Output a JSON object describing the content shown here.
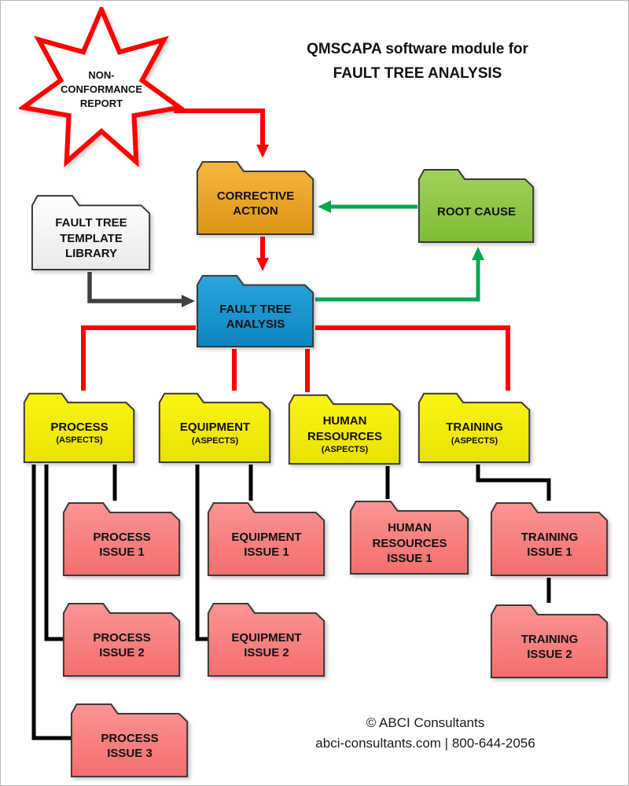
{
  "title": {
    "line1": "QMSCAPA software module for",
    "line2": "FAULT TREE ANALYSIS"
  },
  "star": {
    "label": "NON-\nCONFORMANCE\nREPORT"
  },
  "nodes": {
    "corrective_action": {
      "label": "CORRECTIVE\nACTION",
      "palette": "orange"
    },
    "root_cause": {
      "label": "ROOT CAUSE",
      "palette": "green"
    },
    "template_library": {
      "label": "FAULT TREE\nTEMPLATE\nLIBRARY",
      "palette": "white"
    },
    "fault_tree_analysis": {
      "label": "FAULT TREE\nANALYSIS",
      "palette": "blue"
    },
    "process": {
      "label": "PROCESS",
      "sublabel": "(ASPECTS)",
      "palette": "yellow"
    },
    "equipment": {
      "label": "EQUIPMENT",
      "sublabel": "(ASPECTS)",
      "palette": "yellow"
    },
    "human_resources": {
      "label": "HUMAN\nRESOURCES",
      "sublabel": "(ASPECTS)",
      "palette": "yellow"
    },
    "training": {
      "label": "TRAINING",
      "sublabel": "(ASPECTS)",
      "palette": "yellow"
    },
    "process_issue_1": {
      "label": "PROCESS\nISSUE 1",
      "palette": "pink"
    },
    "equipment_issue_1": {
      "label": "EQUIPMENT\nISSUE 1",
      "palette": "pink"
    },
    "human_resources_issue_1": {
      "label": "HUMAN\nRESOURCES\nISSUE 1",
      "palette": "pink"
    },
    "training_issue_1": {
      "label": "TRAINING\nISSUE 1",
      "palette": "pink"
    },
    "process_issue_2": {
      "label": "PROCESS\nISSUE 2",
      "palette": "pink"
    },
    "equipment_issue_2": {
      "label": "EQUIPMENT\nISSUE 2",
      "palette": "pink"
    },
    "training_issue_2": {
      "label": "TRAINING\nISSUE 2",
      "palette": "pink"
    },
    "process_issue_3": {
      "label": "PROCESS\nISSUE 3",
      "palette": "pink"
    }
  },
  "palettes": {
    "orange": {
      "top": "#F6B73F",
      "bottom": "#DB9514"
    },
    "green": {
      "top": "#A2D158",
      "bottom": "#7FBC35"
    },
    "blue": {
      "top": "#2AA5DF",
      "bottom": "#0E85BF"
    },
    "white": {
      "top": "#FFFFFF",
      "bottom": "#E9E9E9"
    },
    "yellow": {
      "top": "#F9F513",
      "bottom": "#E9E104"
    },
    "pink": {
      "top": "#FB9494",
      "bottom": "#F46E6E"
    }
  },
  "colors": {
    "arrow_red": "#FF0000",
    "arrow_green": "#00A650",
    "arrow_gray": "#404040",
    "connector_black": "#000000",
    "folder_border": "#3A3A3A",
    "star_border": "#FF0000",
    "star_fill": "#FFFFFF"
  },
  "footer": {
    "line1": "© ABCI Consultants",
    "line2": "abci-consultants.com | 800-644-2056"
  }
}
